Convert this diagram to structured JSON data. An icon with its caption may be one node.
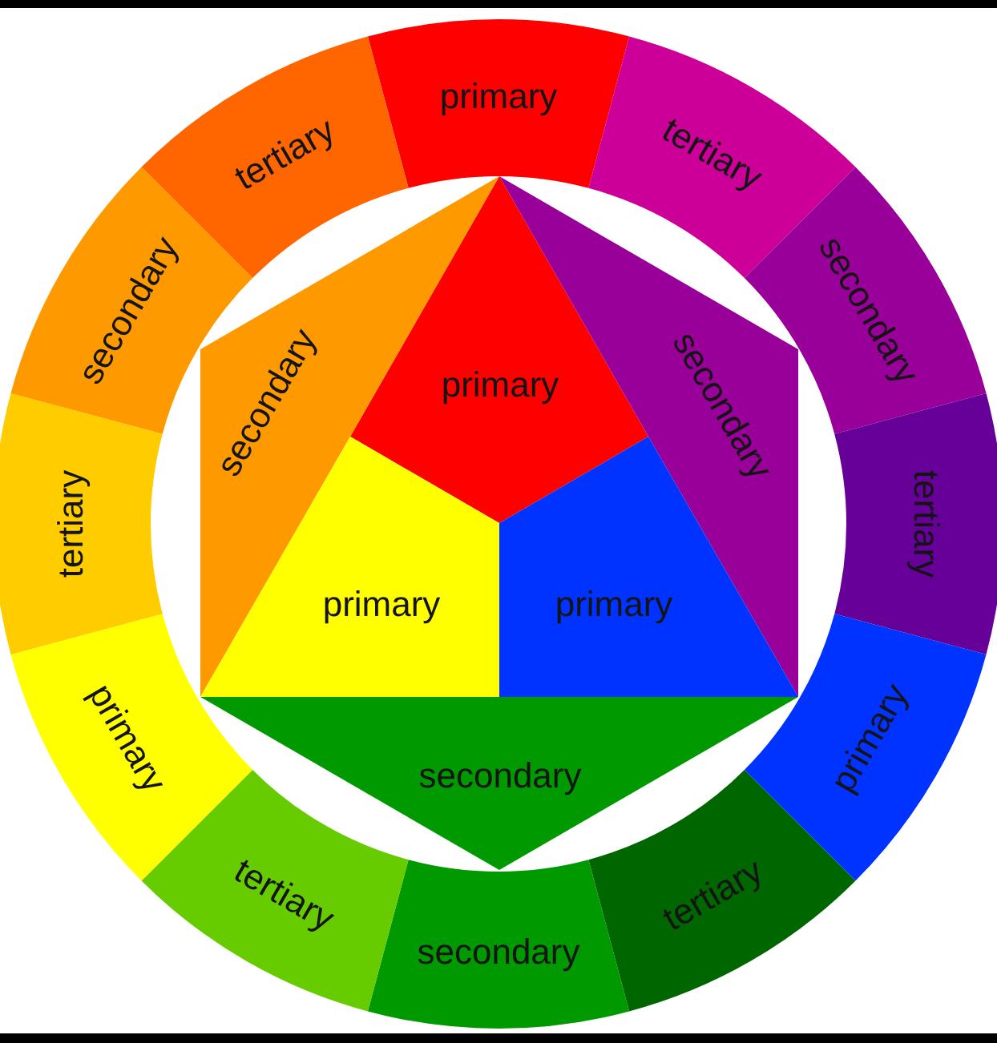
{
  "diagram": {
    "nodes": [
      {
        "text": [
          "primary"
        ]
      },
      {
        "text": [
          "tertiary"
        ]
      },
      {
        "text": [
          "secondary"
        ]
      },
      {
        "text": [
          "tertiary"
        ]
      },
      {
        "text": [
          "primary"
        ]
      },
      {
        "text": [
          "tertiary"
        ]
      },
      {
        "text": [
          "secondary"
        ]
      },
      {
        "text": [
          "tertiary"
        ]
      },
      {
        "text": [
          "primary"
        ]
      },
      {
        "text": [
          "tertiary"
        ]
      },
      {
        "text": [
          "secondary"
        ]
      },
      {
        "text": [
          "tertiary"
        ]
      },
      {
        "text": [
          "primary"
        ]
      },
      {
        "text": [
          "secondary"
        ]
      },
      {
        "text": [
          "secondary"
        ]
      },
      {
        "text": [
          "primary"
        ]
      },
      {
        "text": [
          "primary"
        ]
      },
      {
        "text": [
          "secondary"
        ]
      }
    ]
  }
}
